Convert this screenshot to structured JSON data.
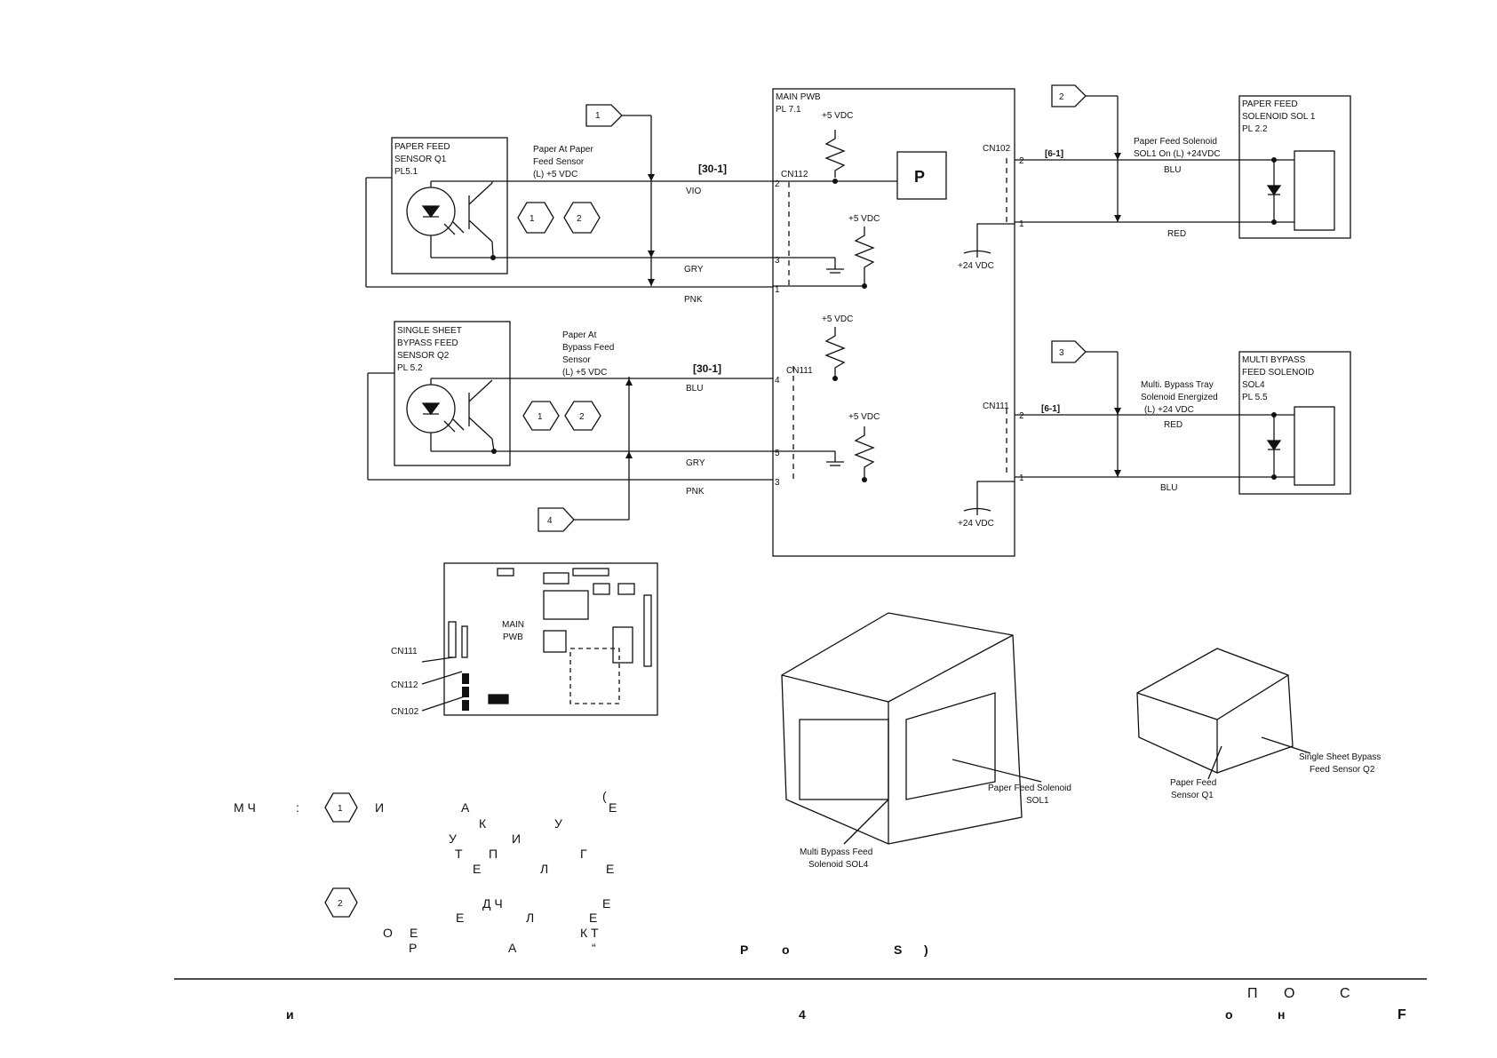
{
  "callouts": {
    "c1": "1",
    "c2": "2",
    "c3": "3",
    "c4": "4"
  },
  "sensor1": {
    "l1": "PAPER FEED",
    "l2": "SENSOR Q1",
    "l3": "PL5.1"
  },
  "sensor2": {
    "l1": "SINGLE SHEET",
    "l2": "BYPASS FEED",
    "l3": "SENSOR Q2",
    "l4": "PL 5.2"
  },
  "sig1": {
    "l1": "Paper At Paper",
    "l2": "Feed Sensor",
    "l3": "(L) +5 VDC"
  },
  "sig2": {
    "l1": "Paper At",
    "l2": "Bypass Feed",
    "l3": "Sensor",
    "l4": "(L) +5 VDC"
  },
  "ref_30_1": "[30-1]",
  "ref_6_1": "[6-1]",
  "wires": {
    "vio": "VIO",
    "gry": "GRY",
    "pnk": "PNK",
    "blu": "BLU",
    "red": "RED"
  },
  "main_pwb": {
    "l1": "MAIN PWB",
    "l2": "PL 7.1",
    "p": "P"
  },
  "connectors": {
    "cn112": "CN112",
    "cn111": "CN111",
    "cn102": "CN102"
  },
  "pins": {
    "p1": "1",
    "p2": "2",
    "p3": "3",
    "p4": "4",
    "p5": "5"
  },
  "volts": {
    "v5": "+5 VDC",
    "v24": "+24 VDC"
  },
  "sol1": {
    "l1": "PAPER FEED",
    "l2": "SOLENOID SOL 1",
    "l3": "PL 2.2",
    "sig1": "Paper Feed Solenoid",
    "sig2": "SOL1 On (L) +24VDC"
  },
  "sol4": {
    "l1": "MULTI BYPASS",
    "l2": "FEED SOLENOID",
    "l3": "SOL4",
    "l4": "PL 5.5",
    "sig1": "Multi. Bypass Tray",
    "sig2": "Solenoid Energized",
    "sig3": "(L) +24 VDC"
  },
  "board": {
    "l1": "MAIN",
    "l2": "PWB",
    "cn111": "CN111",
    "cn112": "CN112",
    "cn102": "CN102"
  },
  "photo_labels": {
    "pfs1": "Paper Feed Solenoid",
    "pfs2": "SOL1",
    "mbf1": "Multi Bypass Feed",
    "mbf2": "Solenoid SOL4",
    "pfq1": "Paper Feed",
    "pfq2": "Sensor Q1",
    "ssb1": "Single Sheet Bypass",
    "ssb2": "Feed Sensor Q2"
  },
  "notes": {
    "r1a": "М Ч",
    "r1b": ":",
    "r1c": "И",
    "r1d": "А",
    "r1e": "(",
    "r1f": "Е",
    "r2a": "К",
    "r2b": "У",
    "r3a": "У",
    "r3b": "И",
    "r4a": "Т",
    "r4b": "П",
    "r4c": "Г",
    "r5a": "Е",
    "r5b": "Л",
    "r5c": "Е",
    "r6a": "Д Ч",
    "r6b": "Е",
    "r7a": "Е",
    "r7b": "Л",
    "r7c": "Е",
    "r8a": "О",
    "r8b": "Е",
    "r8c": "К Т",
    "r9a": "Р",
    "r9b": "А",
    "r9c": "“",
    "r9d": "P",
    "r9e": "o",
    "r9f": "S",
    "r9g": ")"
  },
  "footer": {
    "a": "П",
    "b": "О",
    "c": "С",
    "d": "и",
    "e": "4",
    "f": "о",
    "g": "н",
    "h": "F"
  }
}
